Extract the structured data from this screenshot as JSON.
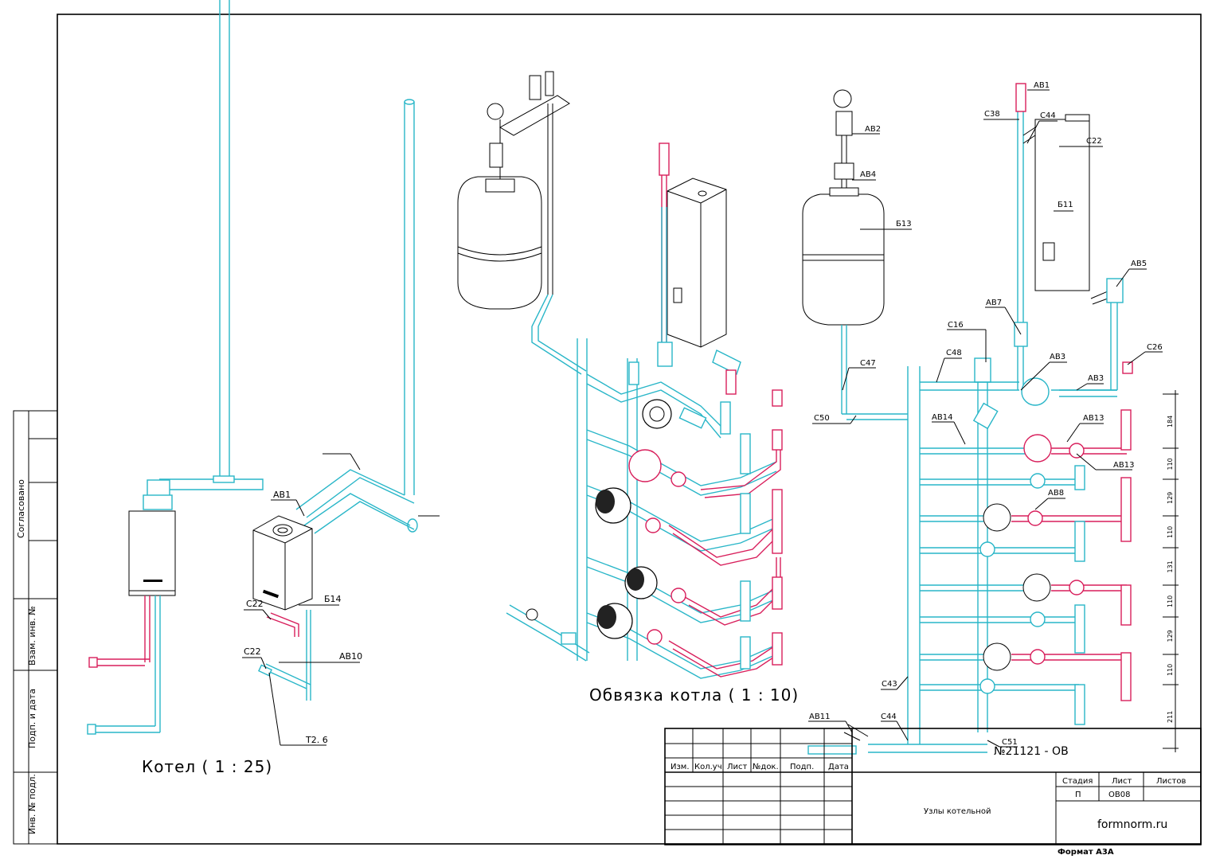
{
  "sheet": {
    "views": {
      "boiler_view_title": "Котел ( 1 : 25)",
      "piping_view_title": "Обвязка котла ( 1 : 10)"
    },
    "side_stamp": {
      "agreed": "Согласовано",
      "replaced_inv": "Взам. инв. №",
      "sign_date": "Подп. и дата",
      "orig_inv": "Инв. № подл."
    },
    "title_block": {
      "doc_number": "№21121 - ОВ",
      "headers": [
        "Изм.",
        "Кол.уч",
        "Лист",
        "№док.",
        "Подп.",
        "Дата"
      ],
      "subject": "Узлы котельной",
      "stage_label": "Стадия",
      "sheet_label": "Лист",
      "sheets_label": "Листов",
      "stage_value": "П",
      "sheet_value": "ОВ08",
      "sheets_value": "",
      "org": "formnorm.ru",
      "format": "Формат А3А"
    },
    "labels": {
      "ab1_left": "АВ1",
      "b14": "Б14",
      "c22_a": "С22",
      "c22_b": "С22",
      "ab10": "АВ10",
      "t26": "Т2. 6",
      "ab1_right": "АВ1",
      "c38": "С38",
      "c44_top": "С44",
      "c22_right": "С22",
      "b11": "Б11",
      "ab2": "АВ2",
      "ab4": "АВ4",
      "b13": "Б13",
      "c47": "С47",
      "c50": "С50",
      "ab5": "АВ5",
      "ab7": "АВ7",
      "c16": "С16",
      "c48": "С48",
      "ab3_a": "АВ3",
      "ab3_b": "АВ3",
      "c26": "С26",
      "ab14": "АВ14",
      "ab13_a": "АВ13",
      "ab13_b": "АВ13",
      "ab8": "АВ8",
      "c43": "С43",
      "ab11": "АВ11",
      "c44_bottom": "С44",
      "c51": "С51"
    },
    "dimensions": [
      "184",
      "110",
      "129",
      "110",
      "131",
      "110",
      "129",
      "110",
      "211"
    ],
    "colors": {
      "cold": "#29b6c8",
      "hot": "#d81e5b",
      "line": "#000000"
    }
  }
}
